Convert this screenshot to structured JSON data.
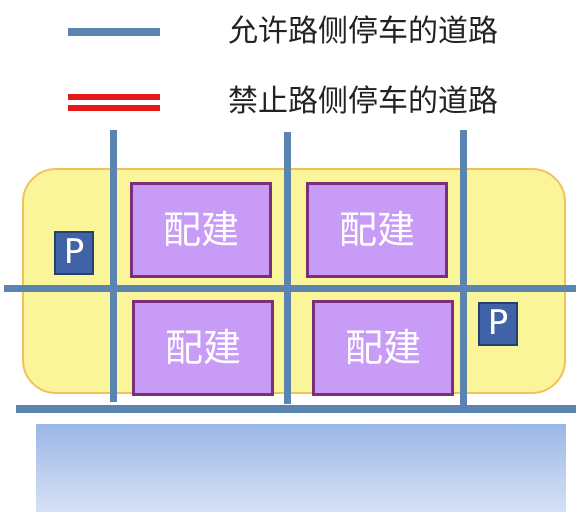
{
  "legend": {
    "allowed_label": "允许路侧停车的道路",
    "forbidden_label": "禁止路侧停车的道路"
  },
  "buildings": [
    {
      "label": "配建"
    },
    {
      "label": "配建"
    },
    {
      "label": "配建"
    },
    {
      "label": "配建"
    }
  ],
  "parking_signs": [
    {
      "label": "P"
    },
    {
      "label": "P"
    }
  ],
  "colors": {
    "allowed_road": "#5b84b1",
    "forbidden_road": "#e61919",
    "block_fill": "#fbf599",
    "building_fill": "#c89cf6",
    "building_border": "#7b2f78",
    "parking_sign": "#3f63a6"
  }
}
